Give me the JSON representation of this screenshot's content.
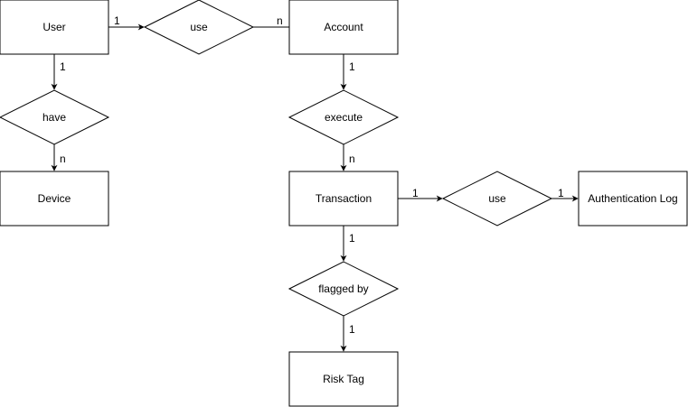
{
  "entities": [
    {
      "id": "user",
      "label": "User"
    },
    {
      "id": "account",
      "label": "Account"
    },
    {
      "id": "device",
      "label": "Device"
    },
    {
      "id": "transaction",
      "label": "Transaction"
    },
    {
      "id": "auth_log",
      "label": "Authentication Log"
    },
    {
      "id": "risk_tag",
      "label": "Risk Tag"
    }
  ],
  "relationships": [
    {
      "id": "use_top",
      "label": "use"
    },
    {
      "id": "have",
      "label": "have"
    },
    {
      "id": "execute",
      "label": "execute"
    },
    {
      "id": "use_right",
      "label": "use"
    },
    {
      "id": "flagged_by",
      "label": "flagged by"
    }
  ],
  "connections": [
    {
      "id": "user-use_top",
      "cardinality": "1"
    },
    {
      "id": "use_top-account",
      "cardinality": "n"
    },
    {
      "id": "user-have",
      "cardinality": "1"
    },
    {
      "id": "have-device",
      "cardinality": "n"
    },
    {
      "id": "account-execute",
      "cardinality": "1"
    },
    {
      "id": "execute-transaction",
      "cardinality": "n"
    },
    {
      "id": "transaction-use_right",
      "cardinality": "1"
    },
    {
      "id": "use_right-auth_log",
      "cardinality": "1"
    },
    {
      "id": "transaction-flagged_by",
      "cardinality": "1"
    },
    {
      "id": "flagged_by-risk_tag",
      "cardinality": "1"
    }
  ],
  "colors": {
    "stroke": "#000000",
    "fill": "#ffffff",
    "text": "#000000"
  }
}
